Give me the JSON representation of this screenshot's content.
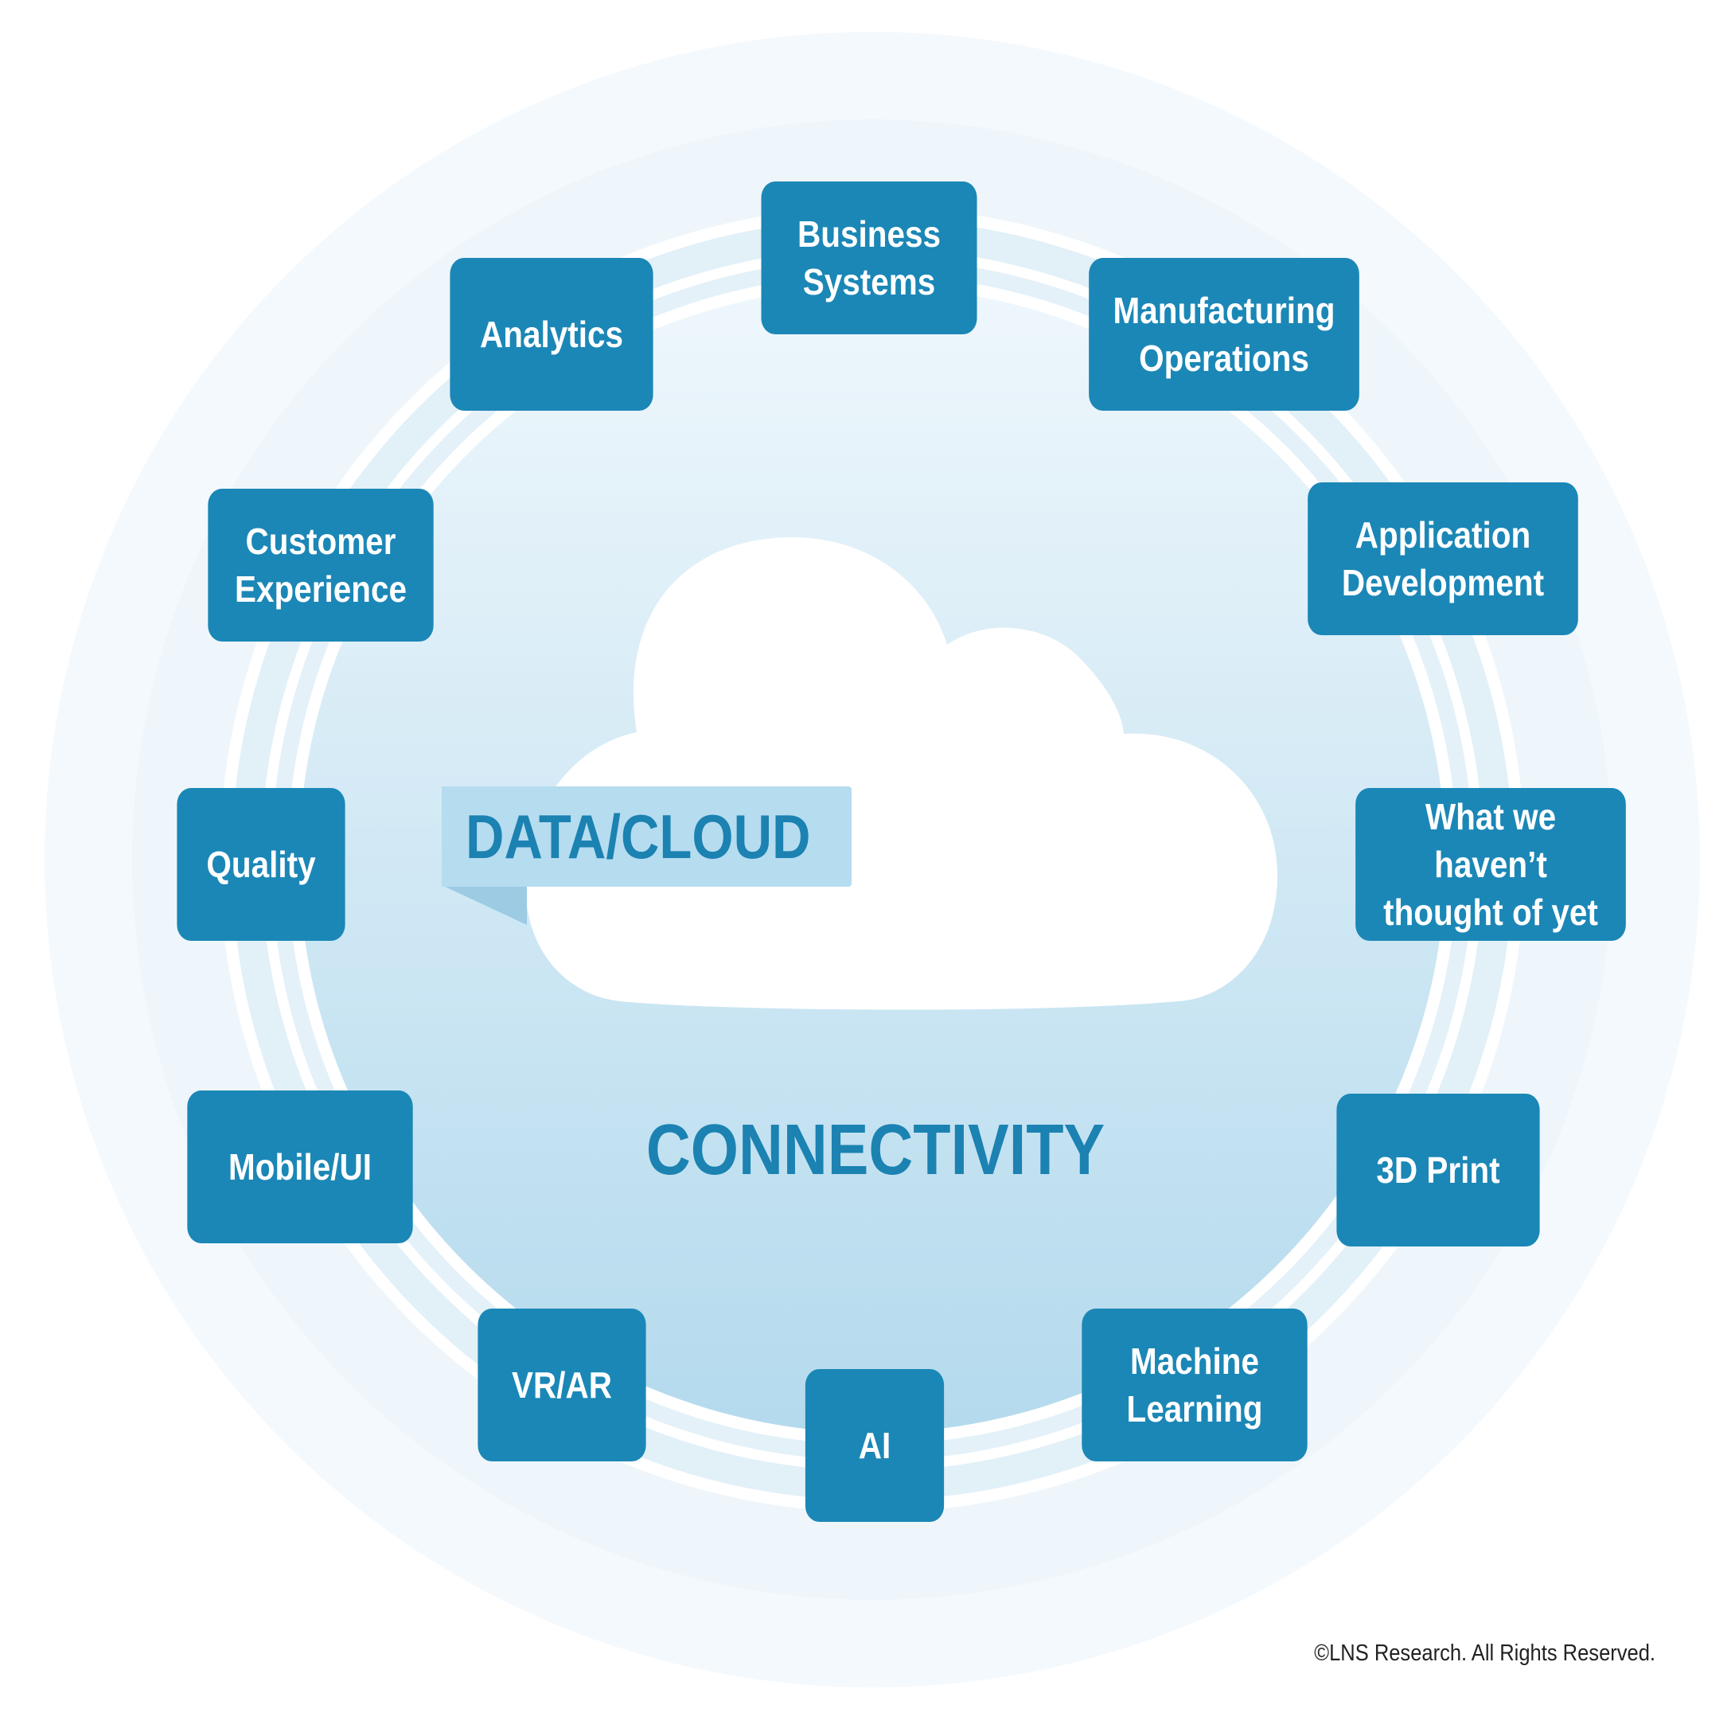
{
  "colors": {
    "node_fill": "#1b87b6",
    "node_text": "#ffffff",
    "title_text": "#1b82b2",
    "label_box": "#b6dcef",
    "ring_outer": "#f3f9fd",
    "ring_mid": "#e6f2f9",
    "disc_top": "#eaf5fb",
    "disc_bottom": "#b7dcee",
    "cloud": "#ffffff"
  },
  "center": {
    "cloud_label": "DATA/CLOUD",
    "core_label": "CONNECTIVITY"
  },
  "nodes": [
    {
      "id": "business-systems",
      "label": "Business\nSystems"
    },
    {
      "id": "manufacturing-operations",
      "label": "Manufacturing\nOperations"
    },
    {
      "id": "application-development",
      "label": "Application\nDevelopment"
    },
    {
      "id": "what-we-havent-thought-of-yet",
      "label": "What we haven’t\nthought of yet"
    },
    {
      "id": "3d-print",
      "label": "3D Print"
    },
    {
      "id": "machine-learning",
      "label": "Machine\nLearning"
    },
    {
      "id": "ai",
      "label": "AI"
    },
    {
      "id": "vr-ar",
      "label": "VR/AR"
    },
    {
      "id": "mobile-ui",
      "label": "Mobile/UI"
    },
    {
      "id": "quality",
      "label": "Quality"
    },
    {
      "id": "customer-experience",
      "label": "Customer\nExperience"
    },
    {
      "id": "analytics",
      "label": "Analytics"
    }
  ],
  "footer": {
    "copyright": "©LNS Research. All Rights Reserved."
  }
}
